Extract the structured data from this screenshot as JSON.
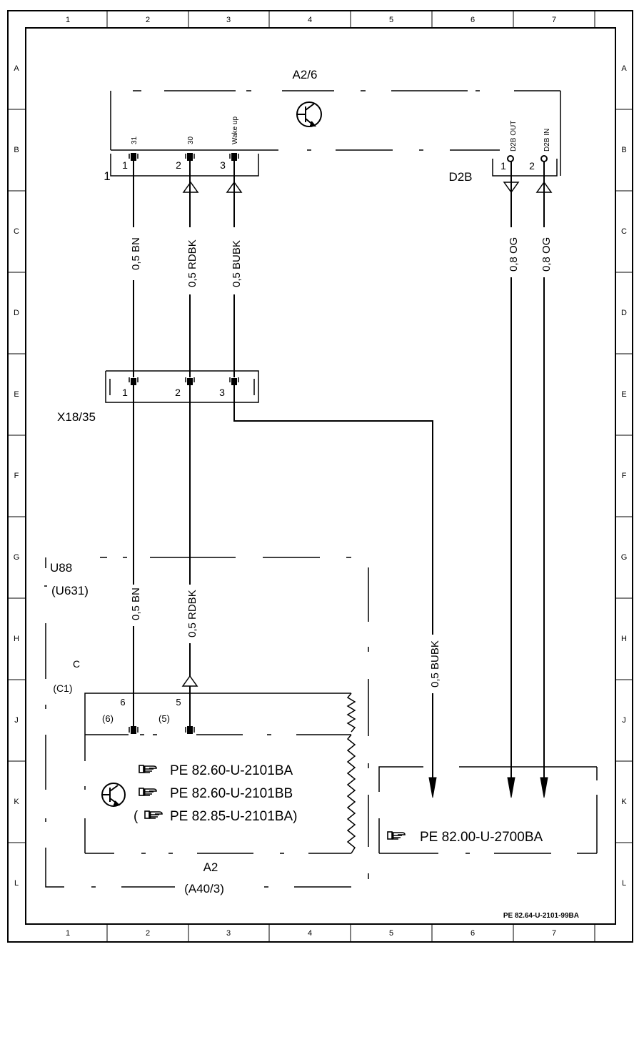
{
  "grid": {
    "columns": [
      "1",
      "2",
      "3",
      "4",
      "5",
      "6",
      "7"
    ],
    "rows": [
      "A",
      "B",
      "C",
      "D",
      "E",
      "F",
      "G",
      "H",
      "J",
      "K",
      "L"
    ]
  },
  "components": {
    "a26": {
      "label": "A2/6",
      "connector_1_label": "1",
      "pins": [
        {
          "num": "1",
          "signal": "31"
        },
        {
          "num": "2",
          "signal": "30"
        },
        {
          "num": "3",
          "signal": "Wake up"
        }
      ],
      "d2b_label": "D2B",
      "d2b_pins": [
        {
          "num": "1",
          "signal": "D2B OUT"
        },
        {
          "num": "2",
          "signal": "D2B IN"
        }
      ]
    },
    "x1835": {
      "label": "X18/35",
      "pins": [
        "1",
        "2",
        "3"
      ]
    },
    "u88": {
      "label": "U88",
      "alt_label": "(U631)"
    },
    "a2": {
      "label": "A2",
      "alt_label": "(A40/3)",
      "conn_label": "C",
      "conn_alt_label": "(C1)",
      "pins": [
        {
          "num": "6",
          "alt": "(6)"
        },
        {
          "num": "5",
          "alt": "(5)"
        }
      ],
      "refs": [
        "PE 82.60-U-2101BA",
        "PE 82.60-U-2101BB",
        "PE 82.85-U-2101BA)"
      ],
      "ref_prefix_paren": "("
    },
    "target": {
      "ref": "PE 82.00-U-2700BA"
    }
  },
  "wires": {
    "w1": "0,5 BN",
    "w2": "0,5 RDBK",
    "w3": "0,5 BUBK",
    "w4": "0,8 OG",
    "w5": "0,8 OG",
    "w1_lower": "0,5 BN",
    "w2_lower": "0,5 RDBK",
    "w3_lower": "0,5 BUBK"
  },
  "drawing_code": "PE 82.64-U-2101-99BA"
}
